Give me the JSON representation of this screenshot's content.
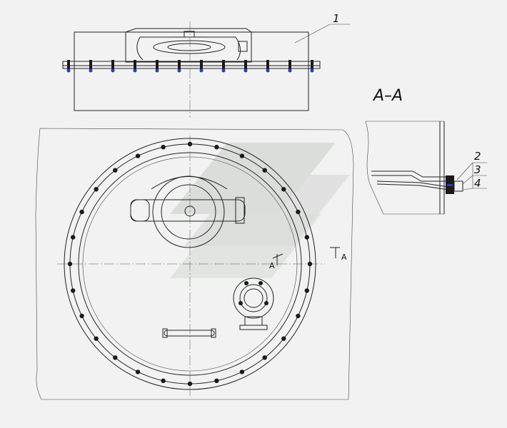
{
  "callouts": {
    "part_1": "1",
    "part_2": "2",
    "part_3": "3",
    "part_4": "4"
  },
  "section": {
    "title": "A–A",
    "cut_label_left": "A",
    "cut_label_right": "A"
  },
  "colors": {
    "line": "#222222",
    "background": "#f2f2f2",
    "bolt": "#1a1a1a",
    "bolt_accent": "#2a3fb0",
    "watermark": "#c8ccc8"
  }
}
